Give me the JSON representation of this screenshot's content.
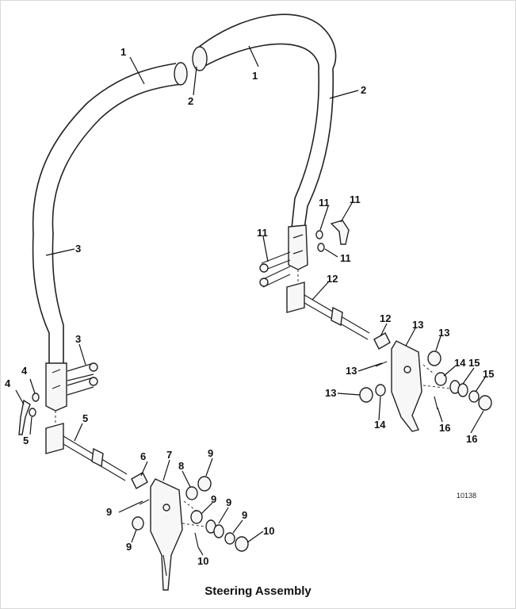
{
  "title": "Steering Assembly",
  "figure_code": "10138",
  "callouts": [
    "1",
    "1",
    "2",
    "2",
    "3",
    "3",
    "4",
    "4",
    "5",
    "5",
    "6",
    "7",
    "8",
    "9",
    "9",
    "9",
    "9",
    "9",
    "9",
    "10",
    "10",
    "11",
    "11",
    "11",
    "11",
    "12",
    "12",
    "13",
    "13",
    "13",
    "13",
    "14",
    "14",
    "15",
    "15",
    "16",
    "16"
  ]
}
